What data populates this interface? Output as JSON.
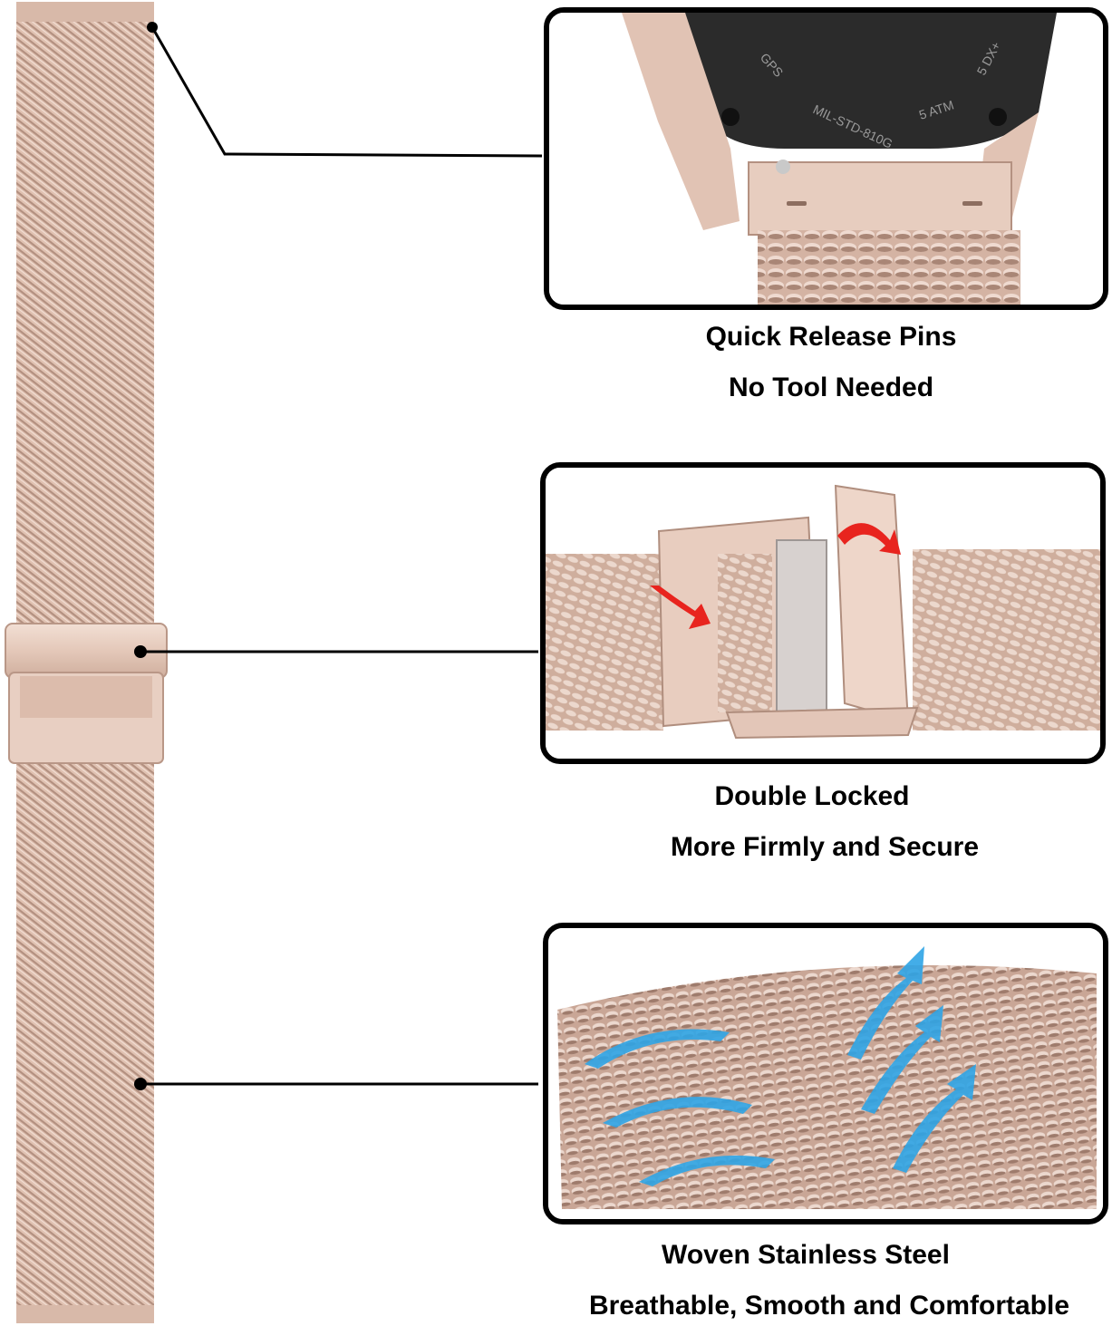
{
  "colors": {
    "rose_gold_light": "#ecd6ca",
    "rose_gold_mid": "#d9b8a7",
    "rose_gold_dark": "#a98676",
    "red_arrow": "#e8241e",
    "blue_arrow": "#2fa5e6",
    "frame": "#000000"
  },
  "features": [
    {
      "title": "Quick Release Pins",
      "subtitle": "No Tool Needed"
    },
    {
      "title": "Double Locked",
      "subtitle": "More Firmly and Secure"
    },
    {
      "title": "Woven Stainless Steel",
      "subtitle": "Breathable, Smooth and Comfortable"
    }
  ],
  "panel1": {
    "case_engravings": [
      "GPS",
      "MIL-STD-810G",
      "5 ATM",
      "5 DX+"
    ]
  }
}
